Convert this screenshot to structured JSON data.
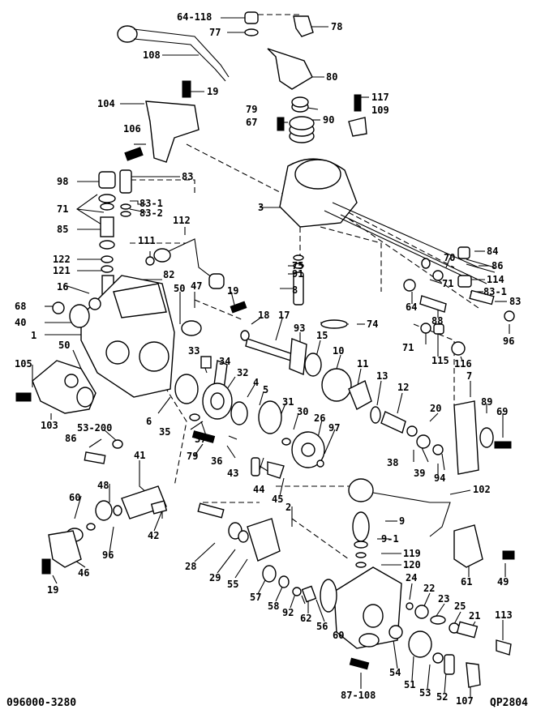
{
  "footer": {
    "part_number": "096000-3280",
    "drawing_code": "QP2804"
  },
  "labels": [
    "64-118",
    "77",
    "78",
    "108",
    "80",
    "104",
    "19",
    "117",
    "109",
    "79",
    "67",
    "90",
    "106",
    "98",
    "83",
    "83-1",
    "83-2",
    "71",
    "3",
    "85",
    "112",
    "111",
    "122",
    "121",
    "16",
    "82",
    "68",
    "40",
    "1",
    "47",
    "50",
    "19",
    "18",
    "17",
    "75",
    "91",
    "8",
    "74",
    "84",
    "86",
    "114",
    "70",
    "83-1",
    "71",
    "64",
    "88",
    "83",
    "93",
    "71",
    "115",
    "96",
    "116",
    "33",
    "34",
    "105",
    "50",
    "32",
    "4",
    "15",
    "10",
    "11",
    "13",
    "12",
    "7",
    "6",
    "5",
    "31",
    "30",
    "26",
    "20",
    "35",
    "37",
    "97",
    "89",
    "69",
    "103",
    "53-200",
    "79",
    "36",
    "38",
    "39",
    "94",
    "86",
    "43",
    "44",
    "45",
    "41",
    "102",
    "48",
    "60",
    "2",
    "9",
    "9-1",
    "42",
    "96",
    "119",
    "120",
    "28",
    "29",
    "46",
    "55",
    "61",
    "49",
    "57",
    "58",
    "92",
    "62",
    "56",
    "60",
    "24",
    "22",
    "23",
    "25",
    "21",
    "113",
    "19",
    "54",
    "51",
    "53",
    "52",
    "107",
    "87-108"
  ]
}
